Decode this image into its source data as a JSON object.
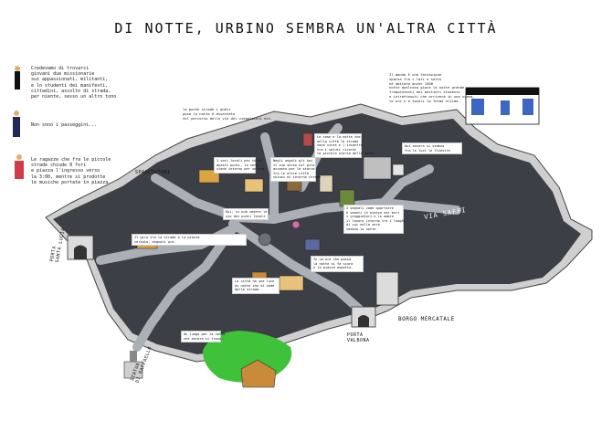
{
  "title": "DI   NOTTE, URBINO  SEMBRA  UN'ALTRA  CITTÀ",
  "side_notes": {
    "note1": "Credevamo di trovarci \ngiovani due missionarie \nsui appassionati, militanti, \ne lo studenti dei manifesti, \ncittadini, ascolto di strada, \nper niente, sesso un altro tono",
    "note2": "Non sono i passeggini...",
    "note3": "Le ragazze che fra le piccole \nstrade chiude 8 fori \ne piazza l'ingresso verso \nla 3:00, mentre si prodotte \nle musiche portate in piazza."
  },
  "top_right_note": "Il mondo è una tentazione \nsparsa fra i lati e sotto \nnè abitato anche 1500 \nnotte qualcosa giace la notte grande \nfrequentanti dei mestieri studenti \ne intrattenuti che arriverà in una scena, \nle ore e a tavoli la forma ultima.",
  "top_mid_note": "le poche strade i quali \nposa la notte è diventata \nnel percorso delle vie dei viaggiatori ecc.",
  "annotations": [
    "I vari locali per tutti \nquesti punti, la sera \nviene intorno per un'ora.",
    "Negli angoli gli hai \nil suo verso nel giro \naccanto per le storie \nfra le altre città \nchiusi di intorno strada",
    "Le case e la notte che \nnella città le strade \nsono viste e l'incontro \ntra i saluti ricordi \nla piccola storia delle notti",
    "Qui, si può vedere le \nvie dei punti locali",
    "Il giro tra la strada e la piazza \ncercato, segnati ora.",
    "I segnali come quartiere \nè veduti in piazza nei muri \ni viaggiatori e le ombre \nil lavoro intorno tra i luoghi \ndi cui nella sera \nvedono la notte.",
    "In un'ora che passa \nla notte si fa scura \ne la piazza aspetta.",
    "La città ha una luce \ndi notte che si vede \ndalla strada.",
    "Qui ancora si vedono \nfra le luci le finestre",
    "Un luogo per la notte \nche ancora si trova."
  ],
  "place_labels": {
    "spacciatori": "SPACCIATORI",
    "santa_lucia": "PORTA\nSANTA LUCIA",
    "via_saffi": "VIA SAFFI",
    "borgo_mercatale": "BORGO MERCATALE",
    "porta_valbona": "PORTA\nVALBONA",
    "statua_raffaello": "STATUA\nDI RAFFAELLO"
  },
  "colors": {
    "ground": "#3c3f46",
    "walls": "#cfcfcf",
    "park": "#3fc13a",
    "roads": "#ffffff",
    "street_shadow": "#aab0b6"
  }
}
